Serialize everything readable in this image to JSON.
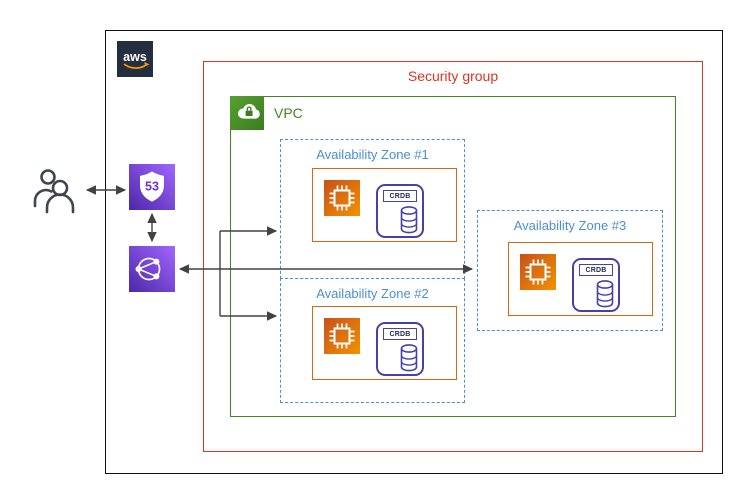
{
  "diagram": {
    "aws_logo_text": "aws",
    "security_group_label": "Security group",
    "vpc_label": "VPC",
    "route53_text": "53",
    "crdb_label": "CRDB",
    "zones": [
      {
        "label": "Availability Zone #1"
      },
      {
        "label": "Availability Zone #2"
      },
      {
        "label": "Availability Zone #3"
      }
    ]
  },
  "icons": {
    "aws_logo": "aws-logo",
    "users": "users-icon",
    "route53": "route-53-shield-icon",
    "load_balancer": "elastic-load-balancing-icon",
    "vpc": "vpc-cloud-lock-icon",
    "ec2": "ec2-chip-icon",
    "crdb_database": "database-cylinder-icon"
  },
  "colors": {
    "security_group_red": "#dd3522",
    "vpc_green": "#3f8624",
    "az_blue": "#4a90d2",
    "subnet_orange": "#d86613",
    "ec2_orange": "#ed7100",
    "network_purple": "#8c4fff",
    "crdb_purple": "#4741a6",
    "aws_navy": "#232f3e",
    "aws_orange": "#ff9900",
    "arrow_gray": "#424242",
    "outline_black": "#0f1111"
  }
}
